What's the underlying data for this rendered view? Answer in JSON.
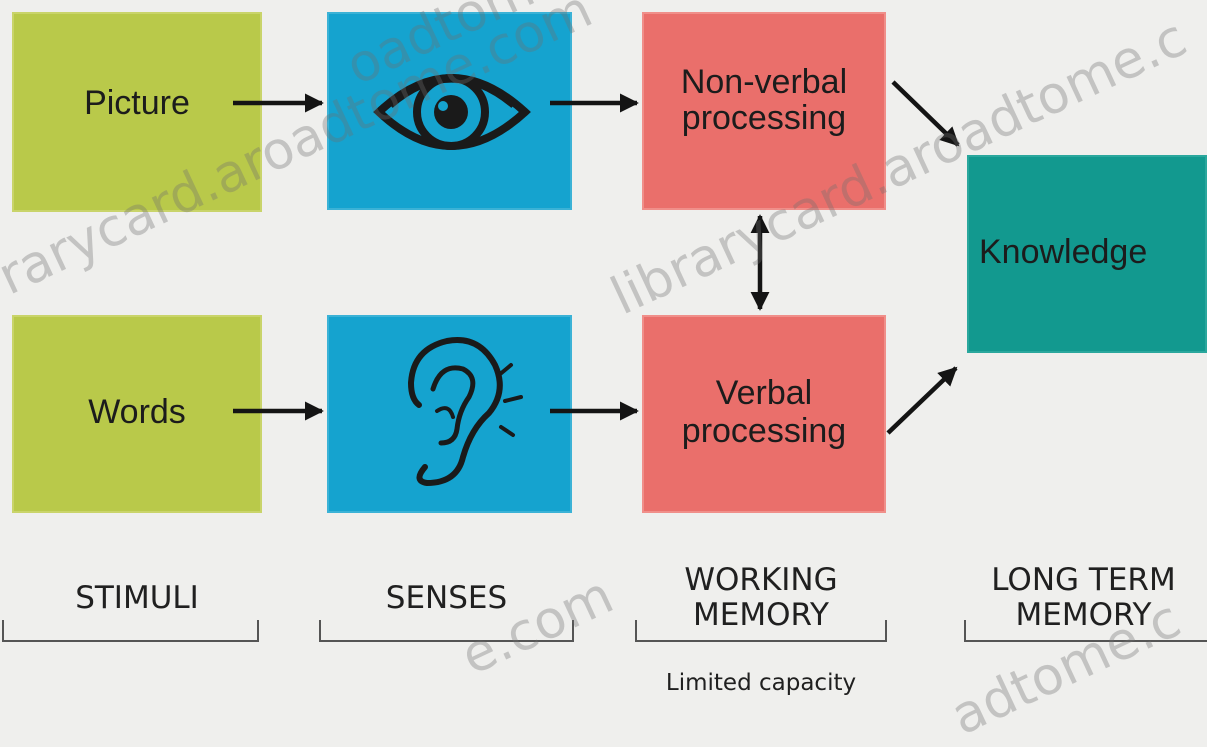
{
  "boxes": {
    "picture": "Picture",
    "words": "Words",
    "nonverbal_line1": "Non-verbal",
    "nonverbal_line2": "processing",
    "verbal_line1": "Verbal",
    "verbal_line2": "processing",
    "knowledge": "Knowledge"
  },
  "icons": {
    "eye": "eye-icon",
    "ear": "ear-icon"
  },
  "stages": {
    "stimuli": "STIMULI",
    "senses": "SENSES",
    "working_line1": "WORKING",
    "working_line2": "MEMORY",
    "longterm_line1": "LONG TERM",
    "longterm_line2": "MEMORY"
  },
  "caption": "Limited capacity",
  "watermarks": [
    "rarycard.aroadtome.com",
    "librarycard.aroadtome.c",
    "oadtome.c",
    "e.com",
    "adtome.c"
  ],
  "colors": {
    "stimuli": "#b9c94a",
    "senses": "#15a3cf",
    "working_memory": "#ea6f6b",
    "long_term_memory": "#12998f"
  }
}
